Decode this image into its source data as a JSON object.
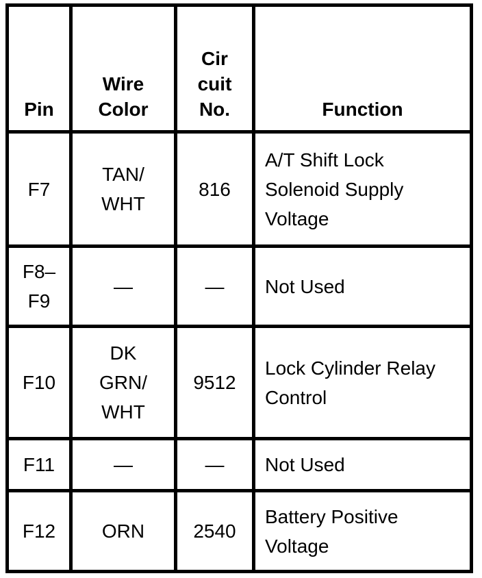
{
  "table": {
    "title": "Pin / Wire Color / Circuit No. / Function table",
    "colors": {
      "border": "#000000",
      "text": "#000000",
      "background": "#ffffff"
    },
    "headers": {
      "pin": [
        "Pin"
      ],
      "wire_color": [
        "Wire",
        "Color"
      ],
      "circuit_no": [
        "Cir",
        "cuit",
        "No."
      ],
      "function": [
        "Function"
      ]
    },
    "rows": [
      {
        "pin": [
          "F7"
        ],
        "wire_color": [
          "TAN/",
          "WHT"
        ],
        "circuit_no": "816",
        "function": [
          "A/T Shift Lock",
          "Solenoid Supply",
          "Voltage"
        ]
      },
      {
        "pin": [
          "F8–",
          "F9"
        ],
        "wire_color": "—",
        "circuit_no": "—",
        "function": "Not Used"
      },
      {
        "pin": [
          "F10"
        ],
        "wire_color": [
          "DK",
          "GRN/",
          "WHT"
        ],
        "circuit_no": "9512",
        "function": [
          "Lock Cylinder Relay",
          "Control"
        ]
      },
      {
        "pin": [
          "F11"
        ],
        "wire_color": "—",
        "circuit_no": "—",
        "function": "Not Used"
      },
      {
        "pin": [
          "F12"
        ],
        "wire_color": [
          "ORN"
        ],
        "circuit_no": "2540",
        "function": [
          "Battery Positive",
          "Voltage"
        ]
      }
    ]
  }
}
